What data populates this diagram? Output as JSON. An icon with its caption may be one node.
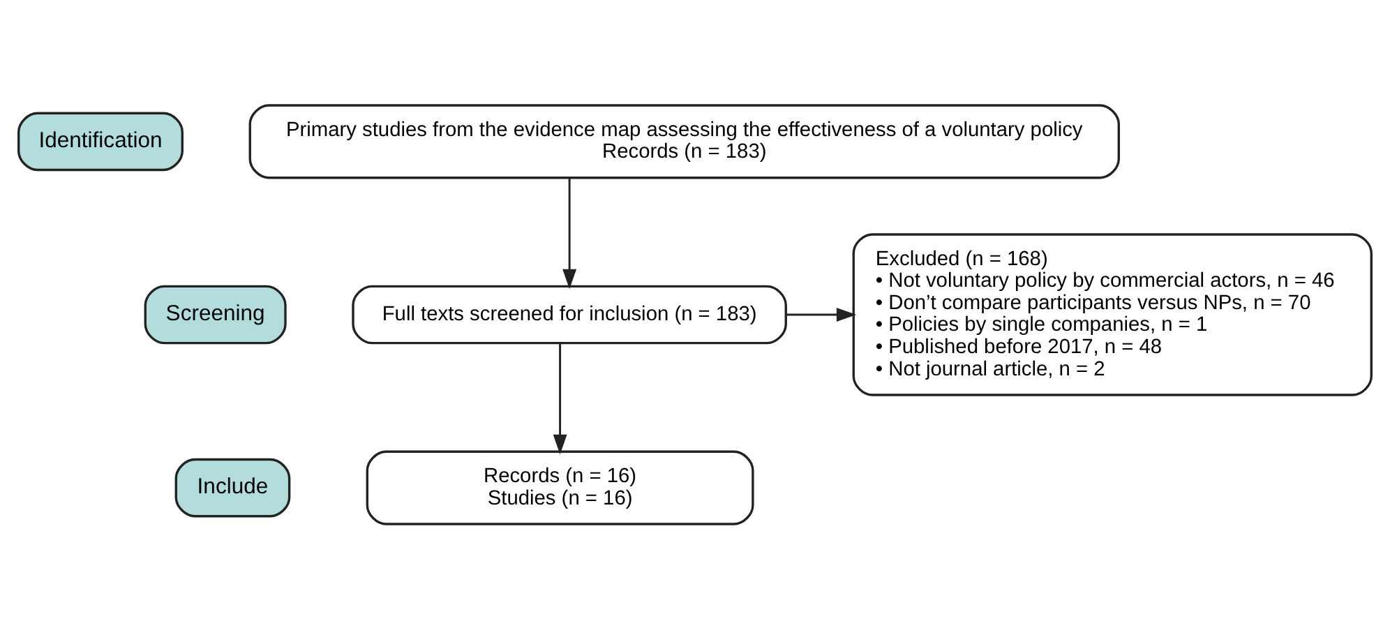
{
  "diagram": {
    "nodes": [
      {
        "text": [
          "Identification"
        ]
      },
      {
        "text": [
          "Screening"
        ]
      },
      {
        "text": [
          "Include"
        ]
      },
      {
        "text": [
          "Primary studies from the evidence map assessing the effectiveness of a voluntary policy",
          "Records (n = 183)"
        ]
      },
      {
        "text": [
          "Full texts screened for inclusion (n = 183)"
        ]
      },
      {
        "text": [
          "Records (n = 16)",
          "Studies (n = 16)"
        ]
      },
      {
        "text": [
          "Excluded (n = 168)",
          "• Not voluntary policy by commercial actors, n = 46",
          "• Don’t compare participants versus NPs, n = 70",
          "• Policies by single companies, n = 1",
          "• Published before 2017, n = 48",
          "• Not journal article, n = 2"
        ]
      }
    ],
    "edges": [
      {
        "from": 3,
        "to": 4,
        "arrow": "to"
      },
      {
        "from": 4,
        "to": 6,
        "arrow": "to"
      },
      {
        "from": 4,
        "to": 5,
        "arrow": "to"
      }
    ]
  }
}
